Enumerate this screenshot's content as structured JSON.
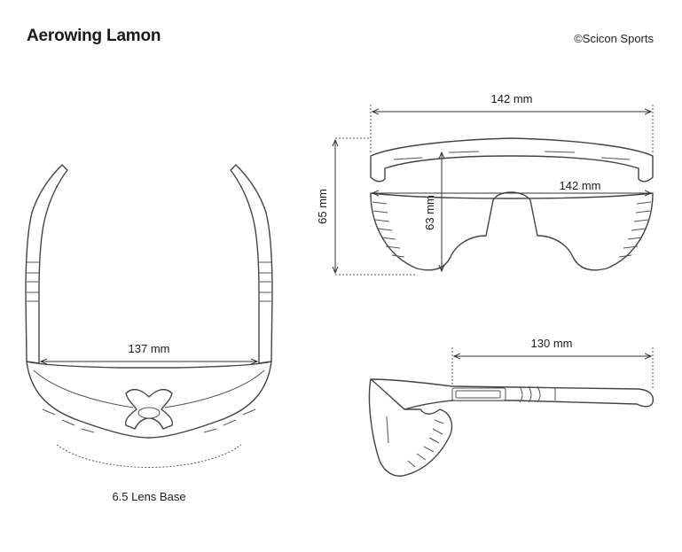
{
  "header": {
    "title": "Aerowing Lamon",
    "copyright": "©Scicon Sports"
  },
  "dimensions": {
    "frame_width": "142 mm",
    "lens_width": "142 mm",
    "total_height": "65 mm",
    "lens_height": "63 mm",
    "inner_width": "137 mm",
    "temple_length": "130 mm"
  },
  "lens_base": "6.5 Lens Base"
}
